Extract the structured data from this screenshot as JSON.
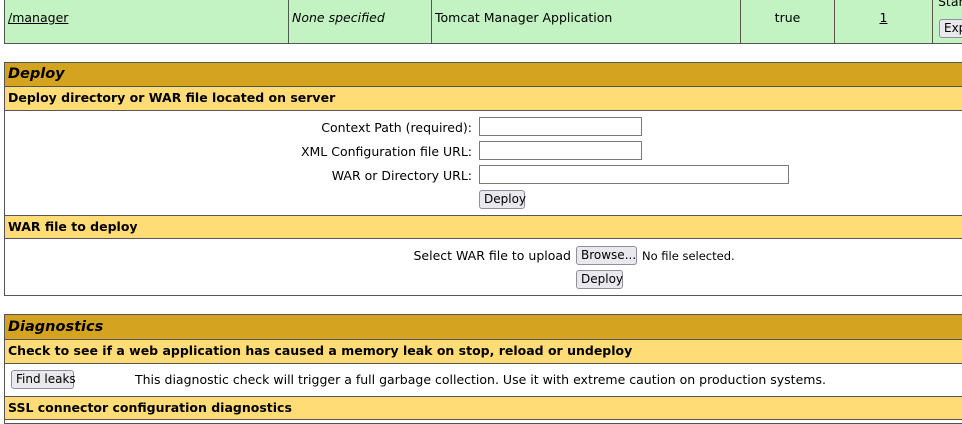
{
  "app_row": {
    "path": "/manager",
    "version": "None specified",
    "display_name": "Tomcat Manager Application",
    "running": "true",
    "sessions": "1",
    "commands_label": "Start",
    "expire_button": "Expire"
  },
  "deploy": {
    "title": "Deploy",
    "server_section_title": "Deploy directory or WAR file located on server",
    "context_path_label": "Context Path (required):",
    "xml_config_label": "XML Configuration file URL:",
    "war_dir_label": "WAR or Directory URL:",
    "deploy_button": "Deploy",
    "upload_section_title": "WAR file to deploy",
    "select_war_label": "Select WAR file to upload",
    "browse_button": "Browse...",
    "no_file_text": "No file selected.",
    "upload_deploy_button": "Deploy"
  },
  "diagnostics": {
    "title": "Diagnostics",
    "leak_section_title": "Check to see if a web application has caused a memory leak on stop, reload or undeploy",
    "find_leaks_button": "Find leaks",
    "leak_description": "This diagnostic check will trigger a full garbage collection. Use it with extreme caution on production systems.",
    "ssl_section_title": "SSL connector configuration diagnostics"
  }
}
